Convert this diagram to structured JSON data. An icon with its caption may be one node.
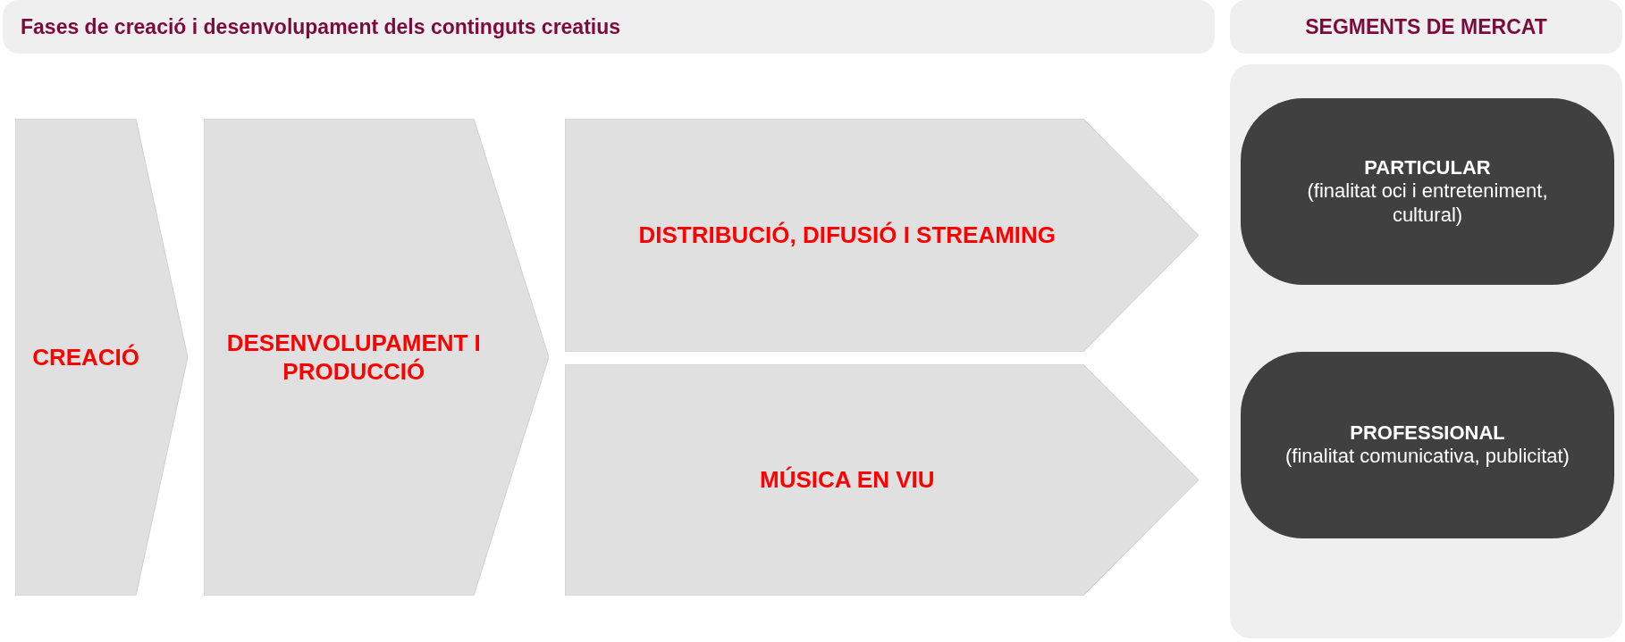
{
  "diagram": {
    "nodes": [
      {
        "text": [
          "Fases de creació i desenvolupament dels continguts creatius"
        ]
      },
      {
        "text": [
          "SEGMENTS DE MERCAT"
        ]
      },
      {
        "text": [],
        "shape": "box"
      },
      {
        "text": [
          "CREACIÓ"
        ]
      },
      {
        "text": [
          "DESENVOLUPAMENT I PRODUCCIÓ"
        ]
      },
      {
        "text": [
          "DISTRIBUCIÓ, DIFUSIÓ I STREAMING"
        ]
      },
      {
        "text": [
          "MÚSICA EN VIU"
        ]
      },
      {
        "text": [
          "PARTICULAR",
          "(finalitat oci i entreteniment, cultural)"
        ],
        "in": 2
      },
      {
        "text": [
          "PROFESSIONAL",
          "(finalitat comunicativa, publicitat)"
        ],
        "in": 2
      }
    ]
  }
}
